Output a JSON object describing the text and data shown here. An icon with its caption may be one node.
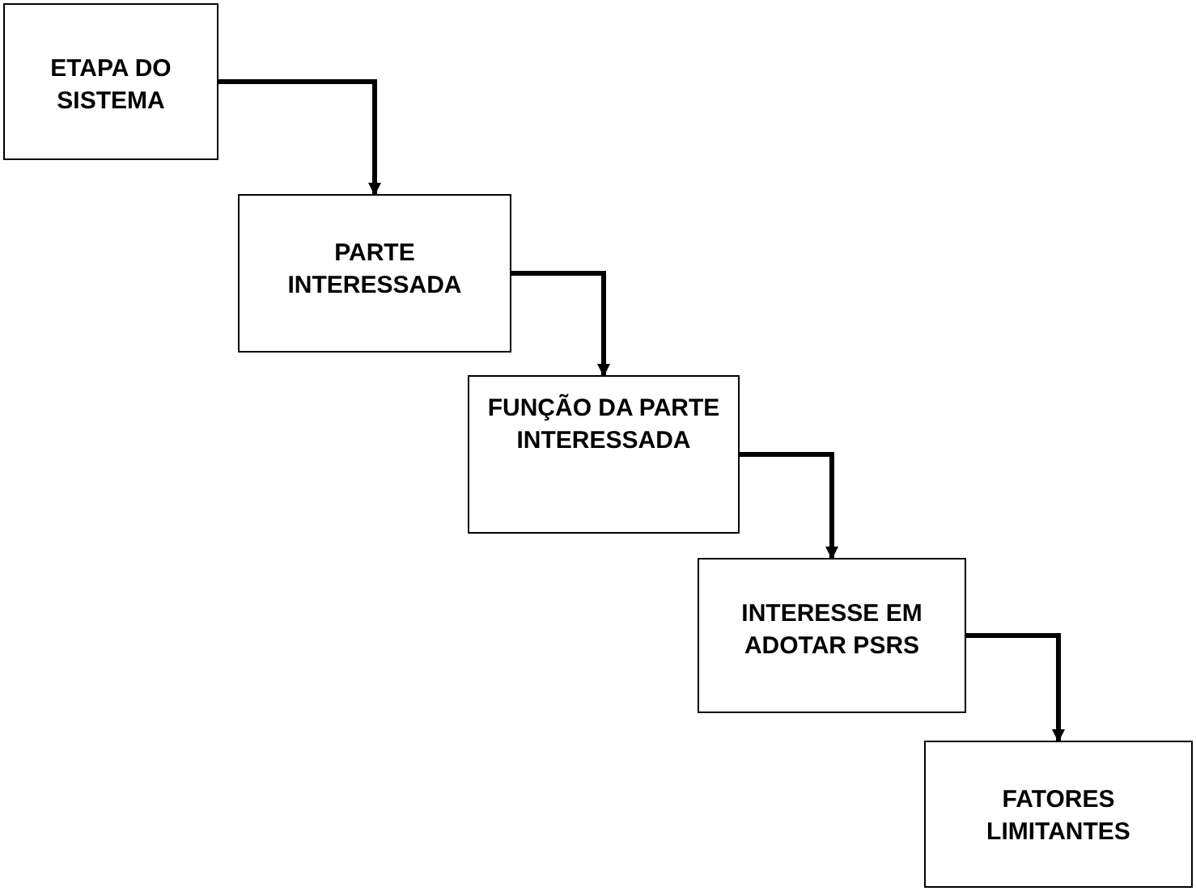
{
  "diagram": {
    "nodes": [
      {
        "text": [
          "ETAPA DO SISTEMA"
        ]
      },
      {
        "text": [
          "PARTE INTERESSADA"
        ]
      },
      {
        "text": [
          "FUNÇÃO DA PARTE INTERESSADA"
        ]
      },
      {
        "text": [
          "INTERESSE EM ADOTAR PSRS"
        ]
      },
      {
        "text": [
          "FATORES LIMITANTES"
        ]
      }
    ],
    "edges": [
      {
        "from": 0,
        "to": 1,
        "arrow": "to"
      },
      {
        "from": 1,
        "to": 2,
        "arrow": "to"
      },
      {
        "from": 2,
        "to": 3,
        "arrow": "to"
      },
      {
        "from": 3,
        "to": 4,
        "arrow": "to"
      }
    ]
  }
}
